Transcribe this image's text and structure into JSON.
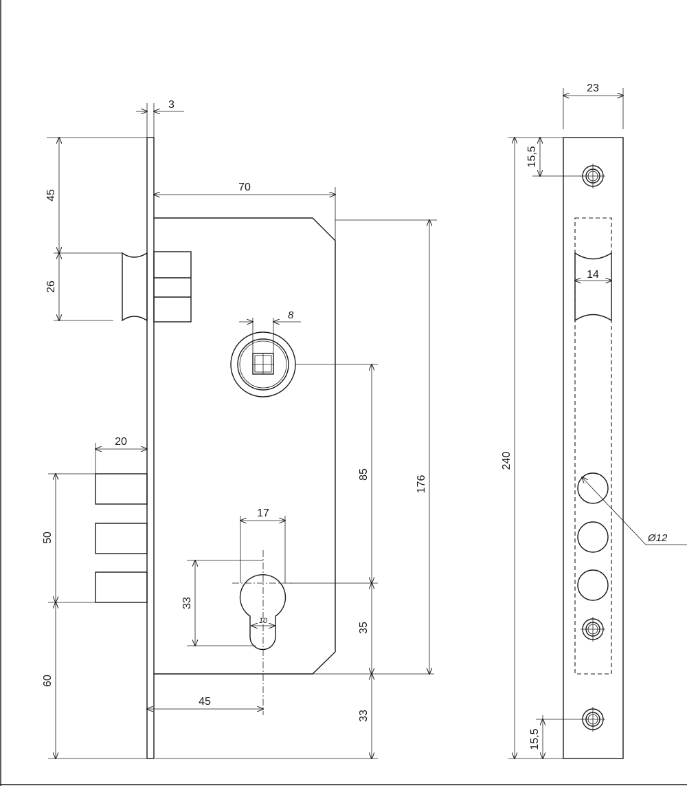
{
  "dimensions": {
    "faceplate_thickness": "3",
    "latch_top_offset": "45",
    "latch_height": "26",
    "case_depth": "70",
    "spindle_square": "8",
    "backset_handle": "85",
    "case_height": "176",
    "bolt_projection": "20",
    "bolt_height": "50",
    "bolt_bottom_offset": "60",
    "cylinder_width": "17",
    "cylinder_height": "33",
    "cam_width": "10",
    "handle_to_cylinder": "35",
    "cylinder_backset": "45",
    "bottom_offset": "33",
    "plate_width": "23",
    "screw_offset_top": "15,5",
    "latch_width": "14",
    "plate_height": "240",
    "bolt_hole_diameter": "Ø12",
    "screw_offset_bottom": "15,5"
  },
  "colors": {
    "line": "#1a1a1a",
    "background": "#ffffff"
  }
}
